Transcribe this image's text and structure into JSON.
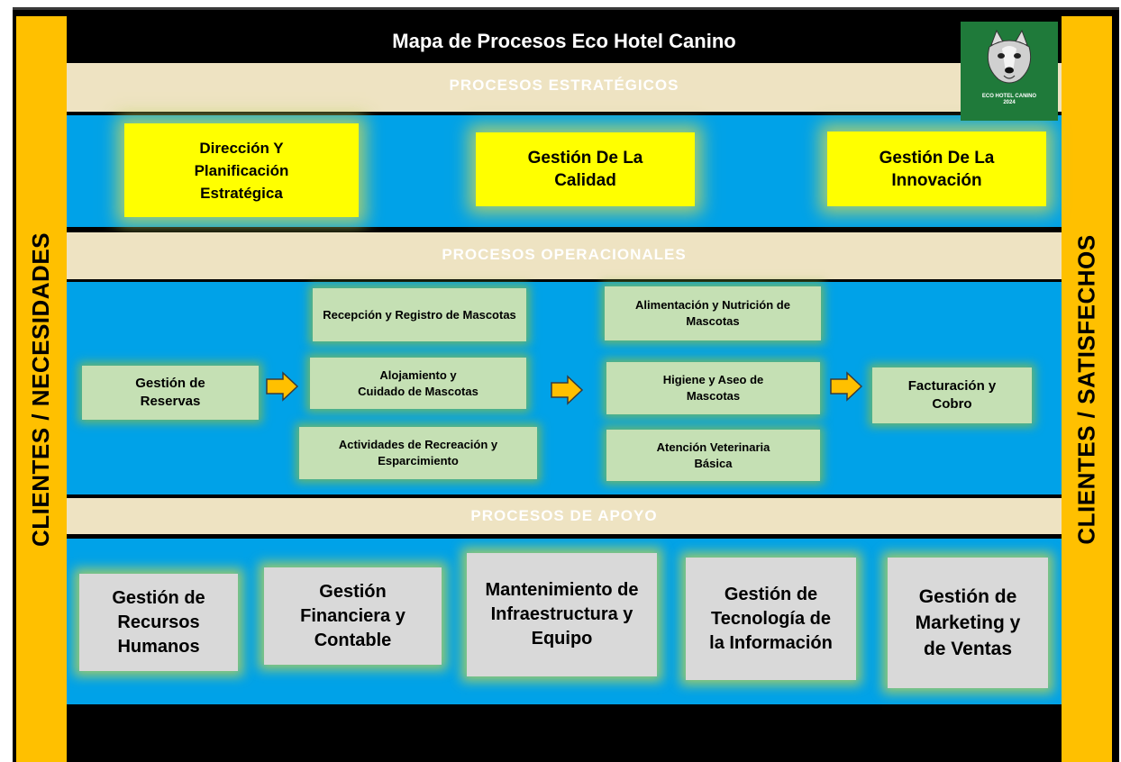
{
  "title": "Mapa de Procesos Eco Hotel Canino",
  "left_label": "CLIENTES / NECESIDADES",
  "right_label": "CLIENTES / SATISFECHOS",
  "logo": {
    "text_line1": "ECO HOTEL CANINO",
    "text_line2": "2024",
    "icon": "husky-dog-icon"
  },
  "bands": {
    "strategic": "PROCESOS ESTRATÉGICOS",
    "operational": "PROCESOS OPERACIONALES",
    "support": "PROCESOS DE APOYO"
  },
  "strategic": [
    "Dirección Y Planificación Estratégica",
    "Gestión De La Calidad",
    "Gestión De La Innovación"
  ],
  "operational": {
    "input": "Gestión de Reservas",
    "stage1": [
      "Recepción y Registro de Mascotas",
      "Alojamiento y Cuidado de Mascotas",
      "Actividades de Recreación y Esparcimiento"
    ],
    "stage2": [
      "Alimentación y Nutrición de Mascotas",
      "Higiene y Aseo de Mascotas",
      "Atención Veterinaria Básica"
    ],
    "output": "Facturación y Cobro"
  },
  "support": [
    "Gestión de Recursos Humanos",
    "Gestión Financiera y Contable",
    "Mantenimiento de Infraestructura y Equipo",
    "Gestión de Tecnología de la Información",
    "Gestión de Marketing y de Ventas"
  ],
  "colors": {
    "side": "#ffc000",
    "band": "#eee3c2",
    "blue": "#00a2e8",
    "strategic_box": "#ffff00",
    "operational_box": "#c5e0b4",
    "support_box": "#d9d9d9",
    "arrow": "#ffc000"
  }
}
